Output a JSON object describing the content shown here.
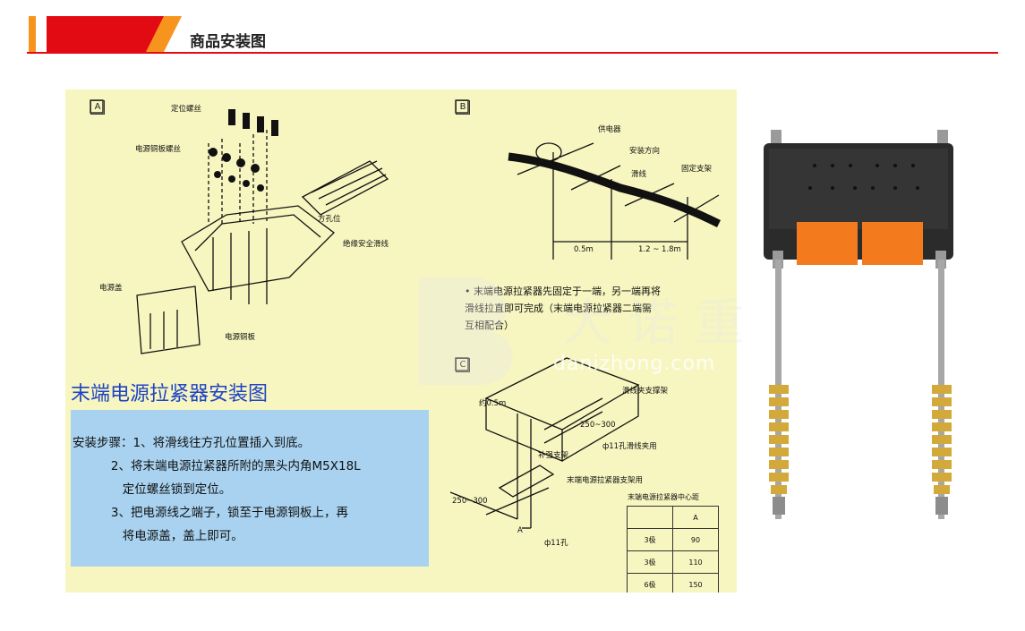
{
  "header": {
    "title": "商品安装图",
    "accent": "#e30b13",
    "stripe": "#f7941d"
  },
  "diagram": {
    "sections": {
      "a": "A",
      "b": "B",
      "c": "C"
    },
    "a_labels": {
      "positioning_screw": "定位螺丝",
      "copper_screw": "电源铜板螺丝",
      "square_hole": "方孔位",
      "insulated_line": "绝缘安全滑线",
      "power_cover": "电源盖",
      "copper_plate": "电源铜板"
    },
    "b_labels": {
      "collector": "供电器",
      "direction": "安装方向",
      "slide_line": "滑线",
      "fixed_bracket": "固定支架",
      "dist1": "0.5m",
      "dist2": "1.2 ~ 1.8m"
    },
    "b_note": [
      "• 末端电源拉紧器先固定于一端，另一端再将",
      "滑线拉直即可完成（末端电源拉紧器二端需",
      "互相配合）"
    ],
    "c_labels": {
      "approx": "约0.5m",
      "support": "滑线夹支撑架",
      "clamp": "ф11孔滑线夹用",
      "reinforce": "补强支架",
      "tensioner_bracket": "末端电源拉紧器支架用",
      "span1": "250~300",
      "span2": "250~300",
      "hole": "ф11孔",
      "mark": "A"
    },
    "instruction_title": "末端电源拉紧器安装图",
    "steps": [
      "安装步骤：1、将滑线往方孔位置插入到底。",
      "          2、将末端电源拉紧器所附的黑头内角M5X18L",
      "             定位螺丝锁到定位。",
      "          3、把电源线之端子，锁至于电源铜板上，再",
      "             将电源盖，盖上即可。"
    ],
    "table": {
      "title": "末端电源拉紧器中心距",
      "header": [
        "",
        "A"
      ],
      "rows": [
        [
          "3极",
          "90"
        ],
        [
          "3极",
          "110"
        ],
        [
          "6极",
          "150"
        ]
      ]
    }
  },
  "watermark": {
    "text": "danizhong.com"
  }
}
